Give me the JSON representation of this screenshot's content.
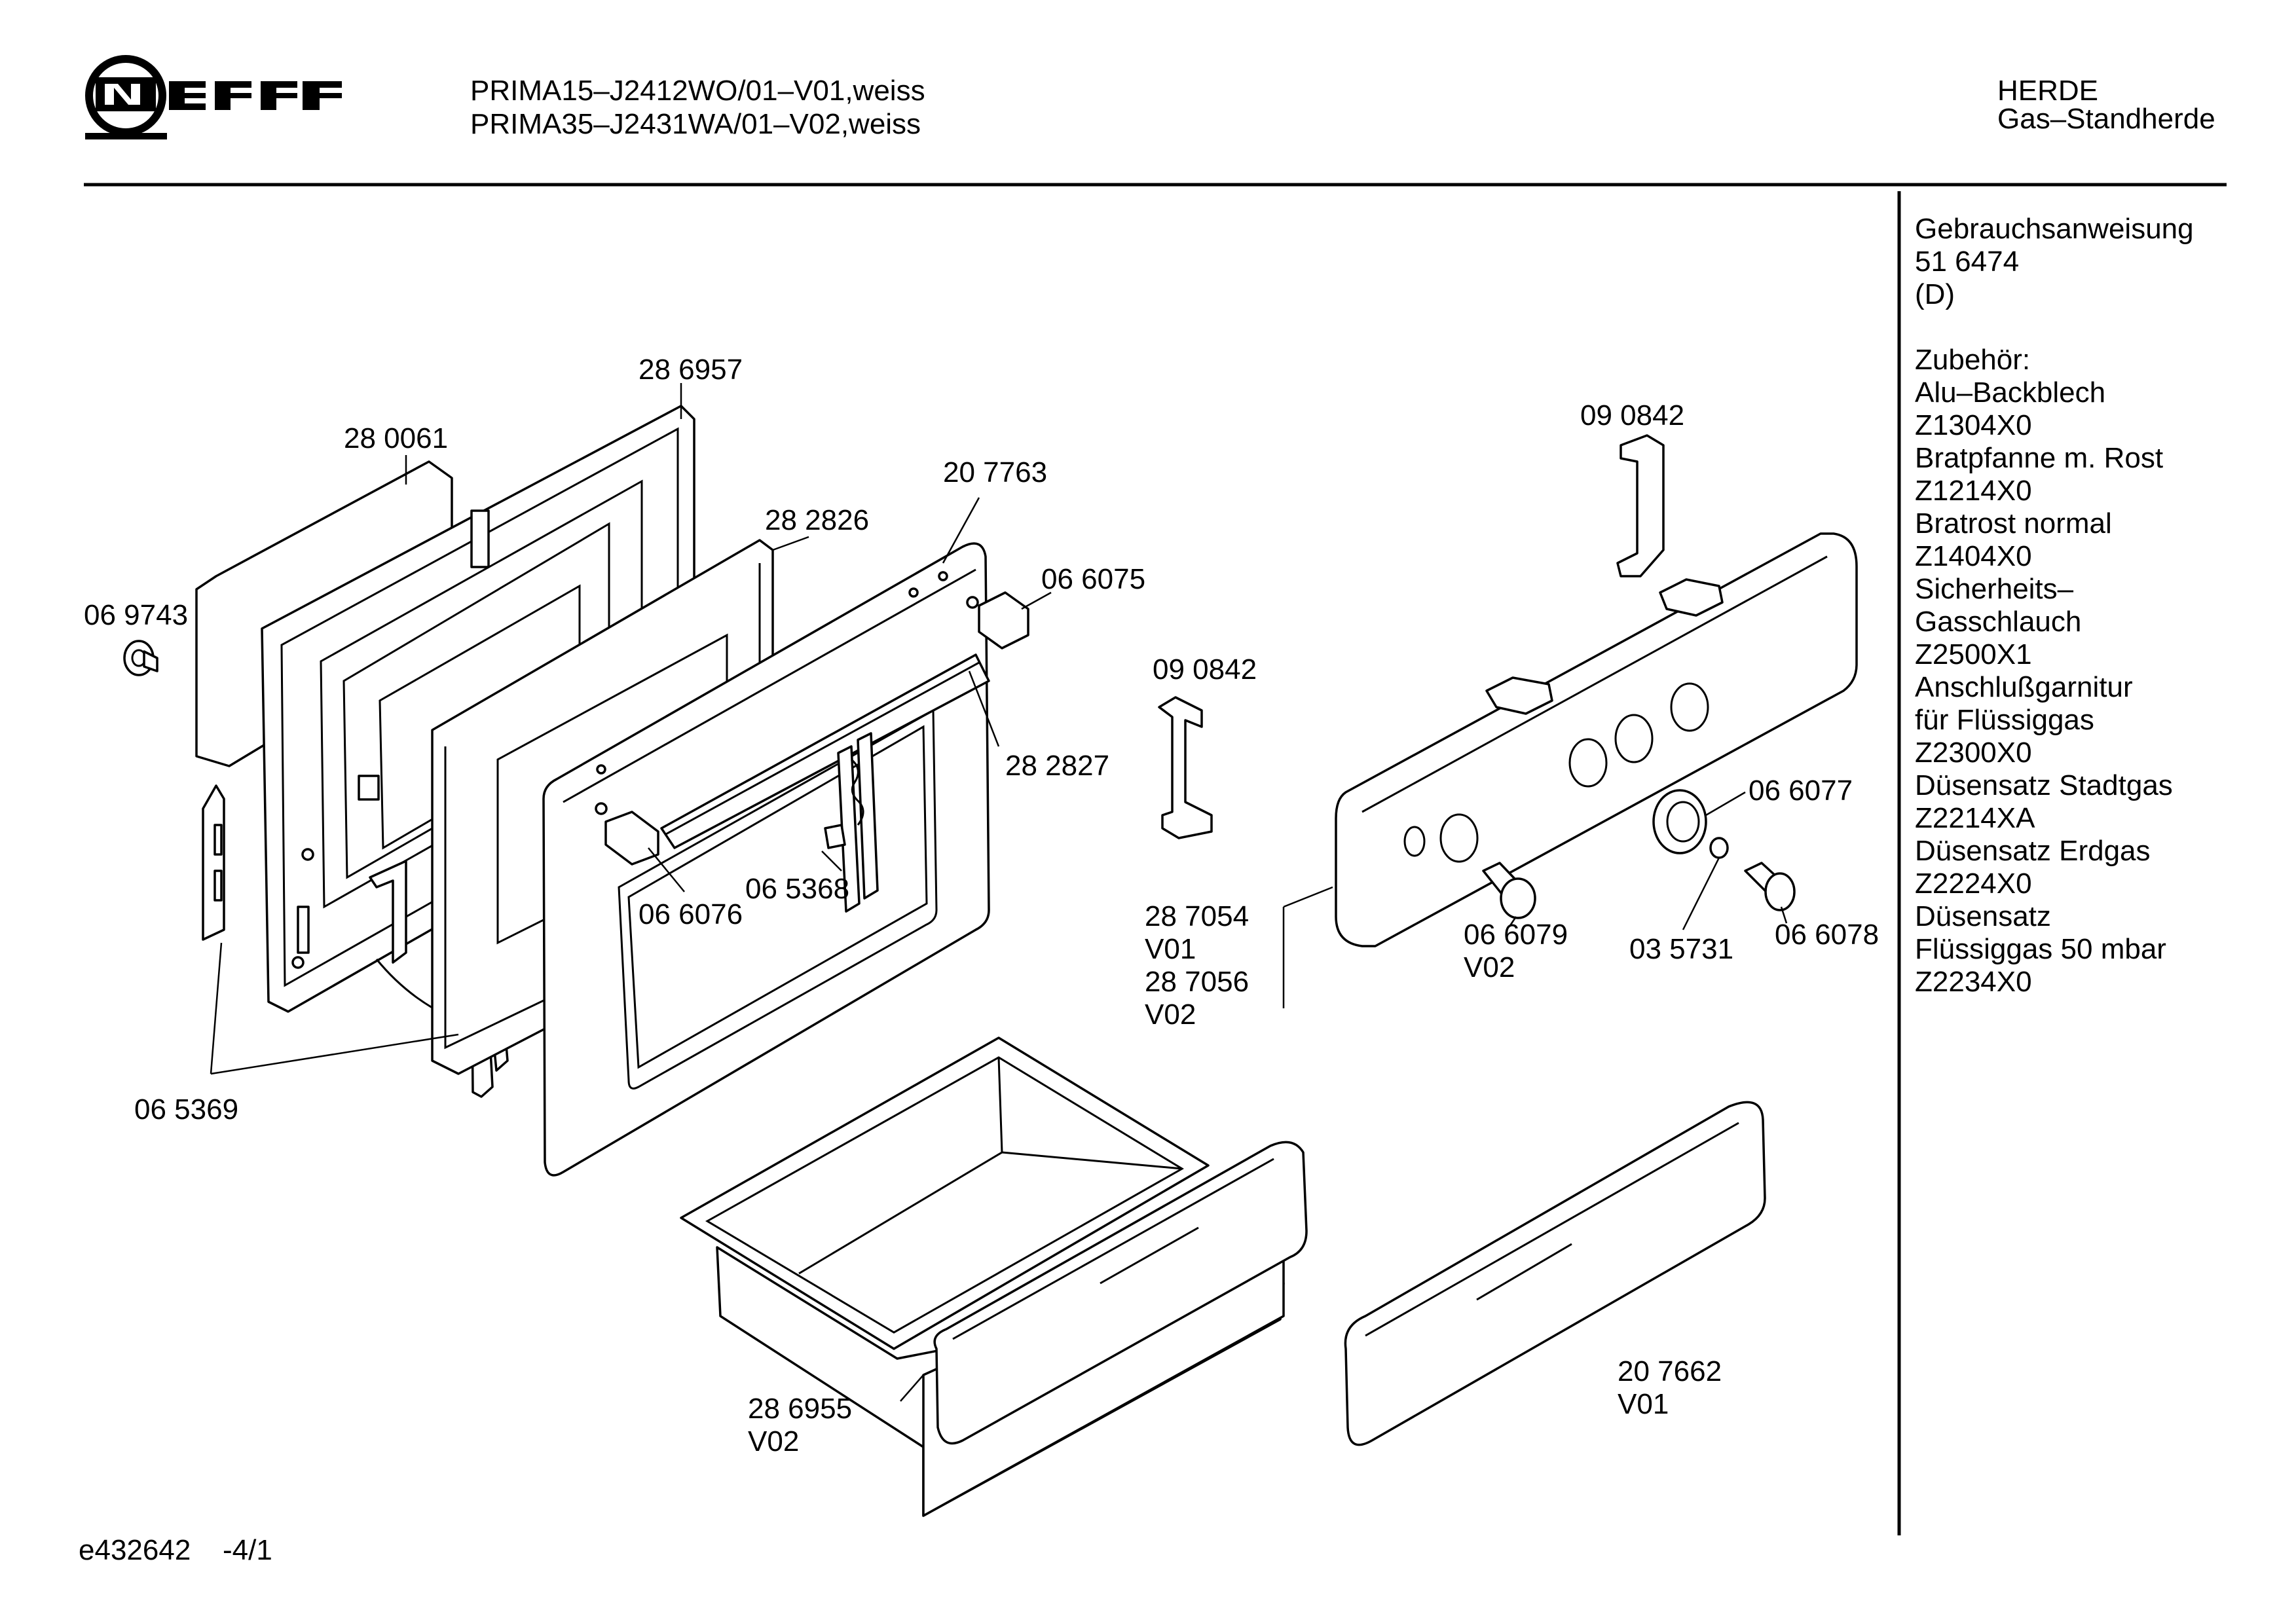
{
  "brand": {
    "name": "NEFF"
  },
  "header": {
    "models": [
      "PRIMA15–J2412WO/01–V01,weiss",
      "PRIMA35–J2431WA/01–V02,weiss"
    ],
    "category": "HERDE",
    "subcategory": "Gas–Standherde"
  },
  "sidebar": {
    "lines": [
      "Gebrauchsanweisung",
      "51 6474",
      "(D)",
      "",
      "Zubehör:",
      "Alu–Backblech",
      "Z1304X0",
      "Bratpfanne m. Rost",
      "Z1214X0",
      "Bratrost normal",
      "Z1404X0",
      "Sicherheits–",
      "Gasschlauch",
      "Z2500X1",
      "Anschlußgarnitur",
      "für Flüssiggas",
      "Z2300X0",
      "Düsensatz Stadtgas",
      "Z2214XA",
      "Düsensatz Erdgas",
      "Z2224X0",
      "Düsensatz",
      "Flüssiggas 50 mbar",
      "Z2234X0"
    ]
  },
  "parts": [
    {
      "id": "p286957",
      "text": "28 6957"
    },
    {
      "id": "p280061",
      "text": "28 0061"
    },
    {
      "id": "p207763",
      "text": "20 7763"
    },
    {
      "id": "p282826",
      "text": "28 2826"
    },
    {
      "id": "p069743",
      "text": "06 9743"
    },
    {
      "id": "p066075",
      "text": "06 6075"
    },
    {
      "id": "p090842a",
      "text": "09 0842"
    },
    {
      "id": "p090842b",
      "text": "09 0842"
    },
    {
      "id": "p282827",
      "text": "28 2827"
    },
    {
      "id": "p065368",
      "text": "06 5368"
    },
    {
      "id": "p066076",
      "text": "06 6076"
    },
    {
      "id": "p066077",
      "text": "06 6077"
    },
    {
      "id": "p287054",
      "text": "28 7054"
    },
    {
      "id": "pv01a",
      "text": "V01"
    },
    {
      "id": "p287056",
      "text": "28 7056"
    },
    {
      "id": "pv02a",
      "text": "V02"
    },
    {
      "id": "p066079",
      "text": "06 6079"
    },
    {
      "id": "pv02b",
      "text": "V02"
    },
    {
      "id": "p035731",
      "text": "03 5731"
    },
    {
      "id": "p066078",
      "text": "06 6078"
    },
    {
      "id": "p065369",
      "text": "06 5369"
    },
    {
      "id": "p207662",
      "text": "20 7662"
    },
    {
      "id": "pv01b",
      "text": "V01"
    },
    {
      "id": "p286955",
      "text": "28 6955"
    },
    {
      "id": "pv02c",
      "text": "V02"
    }
  ],
  "footer": {
    "code": "e432642",
    "page": "-4/1"
  }
}
